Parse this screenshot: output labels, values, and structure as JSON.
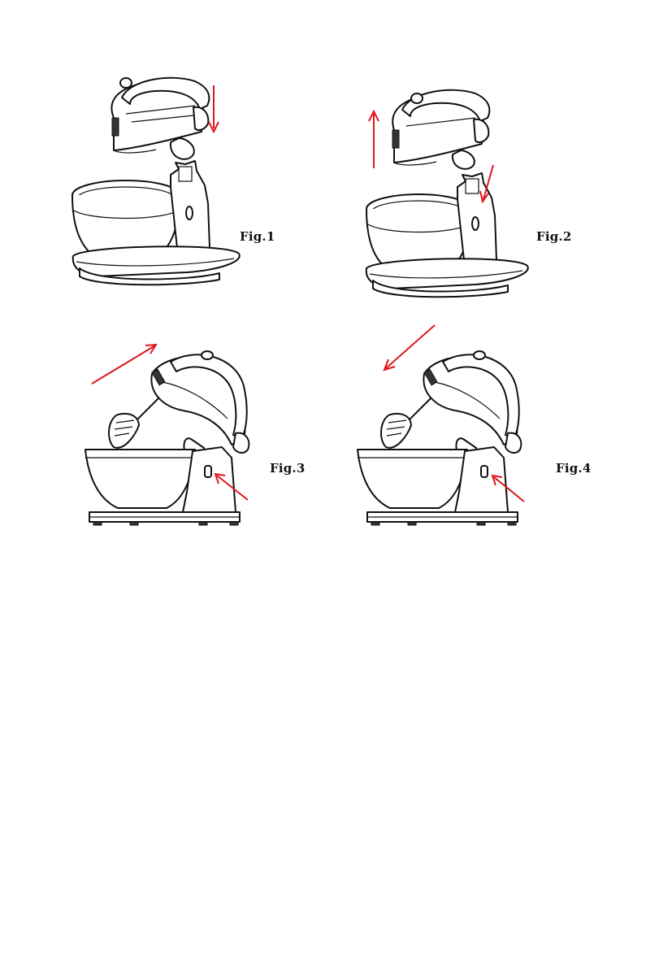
{
  "figures": [
    {
      "label": "Fig.1"
    },
    {
      "label": "Fig.2"
    },
    {
      "label": "Fig.3"
    },
    {
      "label": "Fig.4"
    }
  ],
  "arrow_color": "#e0141e",
  "line_color": "#111111"
}
